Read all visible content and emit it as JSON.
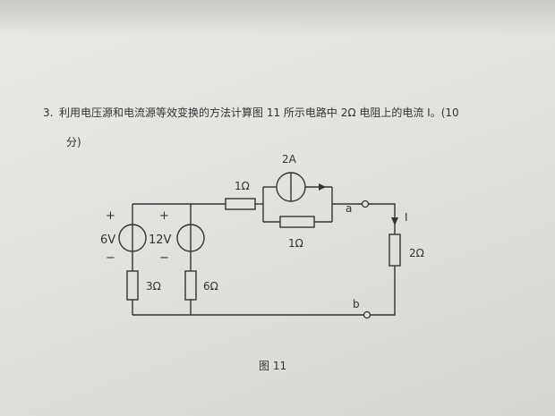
{
  "question": {
    "number": "3.",
    "text": "利用电压源和电流源等效变换的方法计算图 11 所示电路中 2Ω 电阻上的电流 I。(10",
    "text_continued": "分)"
  },
  "circuit": {
    "source_6v": {
      "plus": "+",
      "label": "6V",
      "minus": "−"
    },
    "source_12v": {
      "plus": "+",
      "label": "12V",
      "minus": "−"
    },
    "r_3ohm": "3Ω",
    "r_6ohm": "6Ω",
    "r_1ohm_series": "1Ω",
    "r_1ohm_parallel": "1Ω",
    "current_source": "2A",
    "node_a": "a",
    "node_b": "b",
    "current_label": "I",
    "r_2ohm": "2Ω"
  },
  "figure_caption": "图 11"
}
